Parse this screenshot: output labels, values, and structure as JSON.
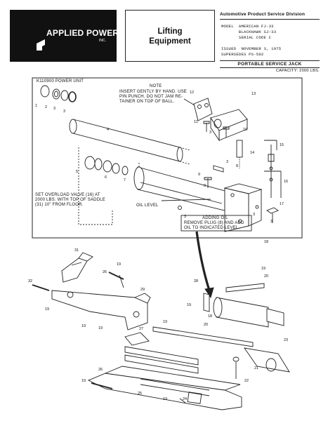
{
  "header": {
    "brand": "APPLIED POWER",
    "brand_suffix": "INC.",
    "title_line1": "Lifting",
    "title_line2": "Equipment",
    "division": "Automotive Product Service Division",
    "model_line1": "MODEL  AMERICAN FJ-33",
    "model_line2": "       BLACKHAWK SJ-33",
    "model_line3": "       SERIAL CODE C",
    "issued": "ISSUED  NOVEMBER 3, 1975",
    "supersedes": "SUPERSEDES PS-502",
    "product": "PORTABLE SERVICE JACK",
    "capacity": "CAPACITY: 2000 LBS."
  },
  "diagram": {
    "power_unit_label": "K110900 POWER UNIT",
    "note_title": "NOTE",
    "note_line1": "INSERT GENTLY BY HAND. USE",
    "note_line2": "PIN PUNCH. DO NOT JAM RE-",
    "note_line3": "TAINER ON TOP OF BALL.",
    "overload_line1": "SET OVERLOAD VALVE (16) AT",
    "overload_line2": "2000 LBS. WITH TOP OF SADDLE",
    "overload_line3": "(31) 10\" FROM FLOOR.",
    "oil_level": "OIL LEVEL",
    "adding_oil_title": "ADDING OIL",
    "adding_oil_line1": "REMOVE PLUG (8) AND ADD",
    "adding_oil_line2": "OIL TO INDICATED LEVEL.",
    "callouts": {
      "c1": "1",
      "c2": "2",
      "c3": "3",
      "c3b": "3",
      "c4": "4",
      "c5": "5",
      "c6": "6",
      "c7": "7",
      "c8": "8",
      "c9": "9",
      "c10": "10",
      "c11": "11",
      "c12": "12",
      "c13": "13",
      "c14": "14",
      "c15": "15",
      "c16": "16",
      "c17": "17",
      "c18": "18",
      "c3c": "3",
      "c3d": "3",
      "c3e": "3",
      "c3f": "3",
      "c3g": "3",
      "c3h": "3",
      "c19a": "19",
      "c19b": "19",
      "c19c": "19",
      "c19d": "19",
      "c19e": "19",
      "c19f": "19",
      "c19g": "19",
      "c20a": "20",
      "c20b": "20",
      "c21": "21",
      "c22": "22",
      "c23": "23",
      "c24": "24",
      "c25": "25",
      "c26a": "26",
      "c26b": "26",
      "c27": "27",
      "c28": "28",
      "c29": "29",
      "c31": "31",
      "c32": "32",
      "c18b": "18"
    }
  }
}
